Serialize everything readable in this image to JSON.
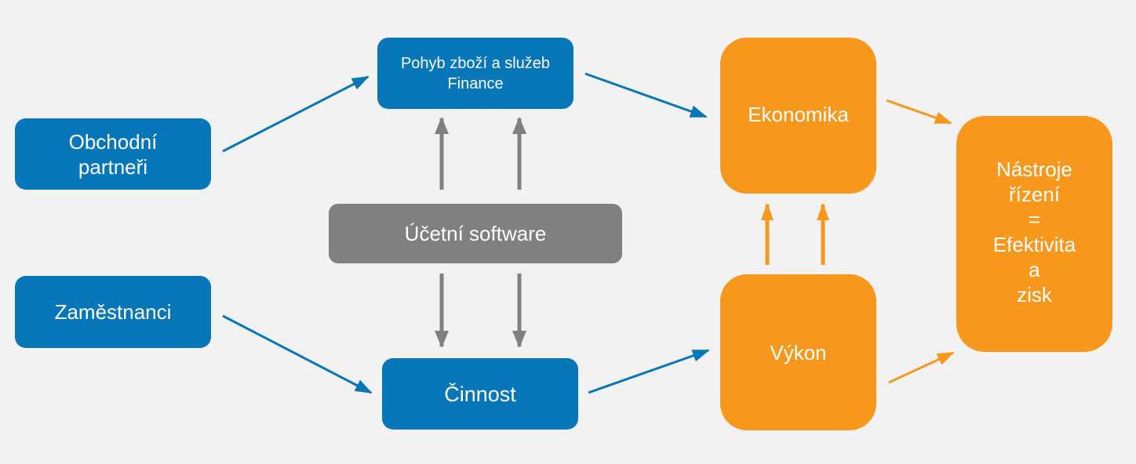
{
  "boxes": {
    "partners": "Obchodní\npartneři",
    "employees": "Zaměstnanci",
    "goods_finance": "Pohyb zboží a služeb\nFinance",
    "activity": "Činnost",
    "software": "Účetní software",
    "economy": "Ekonomika",
    "performance": "Výkon",
    "tools": "Nástroje\nřízení\n=\nEfektivita\na\nzisk"
  },
  "colors": {
    "blue": "#0877b9",
    "gray": "#808080",
    "orange": "#f7971c",
    "background": "#f2f2f2",
    "text": "#ffffff"
  }
}
